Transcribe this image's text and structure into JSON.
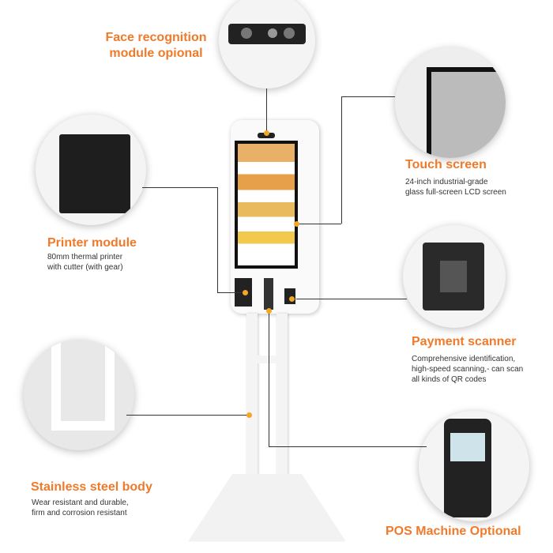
{
  "labels": {
    "face": {
      "title_l1": "Face recognition",
      "title_l2": "module opional"
    },
    "printer": {
      "title": "Printer module",
      "desc_l1": "80mm thermal printer",
      "desc_l2": "with cutter (with gear)"
    },
    "touch": {
      "title": "Touch screen",
      "desc_l1": "24-inch industrial-grade",
      "desc_l2": "glass full-screen LCD screen"
    },
    "scanner": {
      "title": "Payment scanner",
      "desc_l1": "Comprehensive identification,",
      "desc_l2": "high-speed scanning,- can scan",
      "desc_l3": "all kinds of QR codes"
    },
    "body": {
      "title": "Stainless steel body",
      "desc_l1": "Wear resistant and durable,",
      "desc_l2": "firm and corrosion resistant"
    },
    "pos": {
      "title": "POS Machine Optional"
    }
  },
  "colors": {
    "accent": "#f07a2a",
    "dot": "#f5a623"
  }
}
